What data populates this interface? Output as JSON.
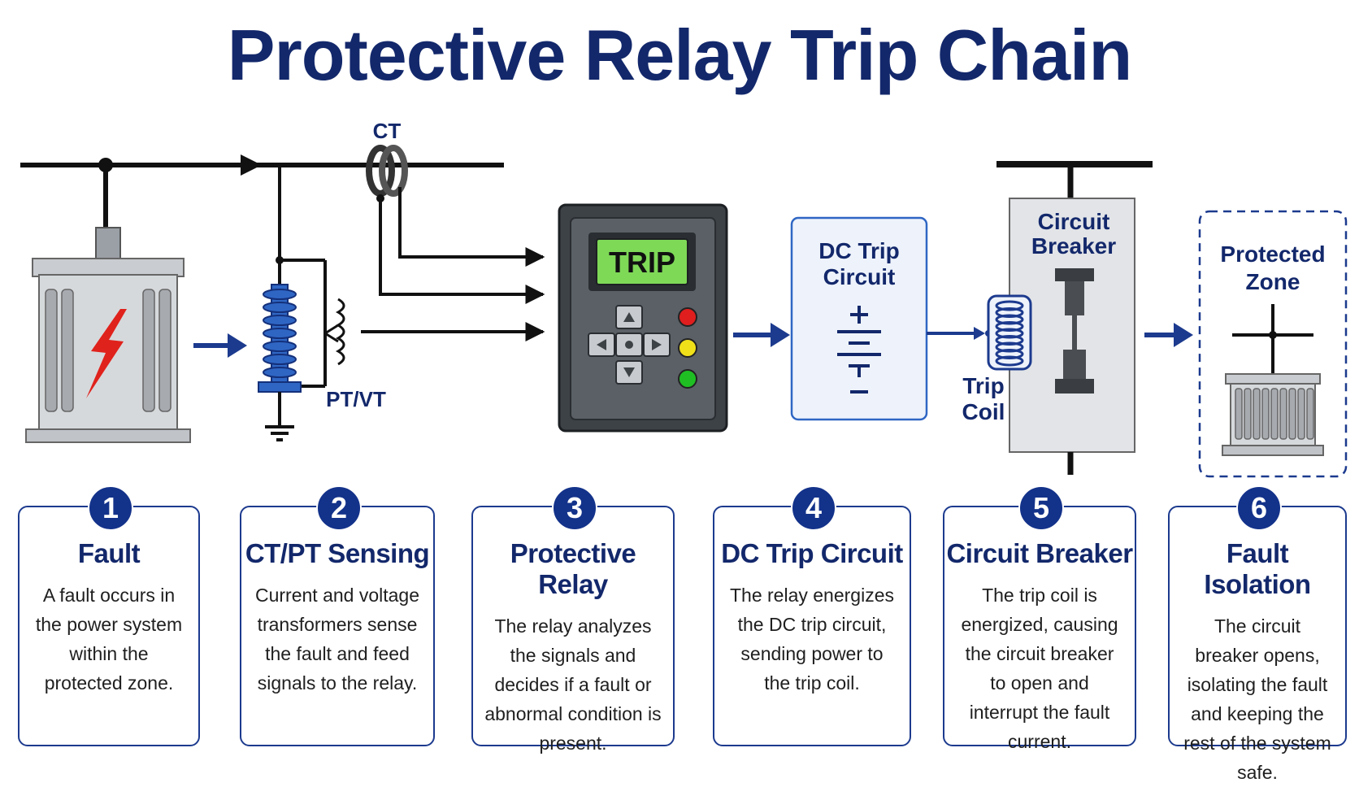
{
  "title": "Protective Relay Trip Chain",
  "labels": {
    "ct": "CT",
    "ptvt": "PT/VT",
    "relay_display": "TRIP",
    "dc_trip_circuit": [
      "DC Trip",
      "Circuit"
    ],
    "circuit_breaker": [
      "Circuit",
      "Breaker"
    ],
    "trip_coil": [
      "Trip",
      "Coil"
    ],
    "protected_zone": [
      "Protected",
      "Zone"
    ],
    "plus": "+",
    "minus": "−"
  },
  "colors": {
    "navy": "#13286b",
    "accent_blue": "#1c3a8e",
    "insulator_blue": "#2f66c4",
    "fault_red": "#e0221c",
    "lcd_green": "#7ed957",
    "led_red": "#e01e1e",
    "led_yellow": "#f0e019",
    "led_green": "#1fbf24"
  },
  "steps": [
    {
      "number": "1",
      "title": "Fault",
      "description": "A fault occurs in the power system within the protected zone."
    },
    {
      "number": "2",
      "title": "CT/PT Sensing",
      "description": "Current and voltage transformers sense the fault and feed signals to the relay."
    },
    {
      "number": "3",
      "title": "Protective Relay",
      "description": "The relay analyzes the signals and decides if a fault or abnormal condition is present."
    },
    {
      "number": "4",
      "title": "DC Trip Circuit",
      "description": "The relay energizes the DC trip circuit, sending power to the trip coil."
    },
    {
      "number": "5",
      "title": "Circuit Breaker",
      "description": "The trip coil is energized, causing the circuit breaker to open and interrupt the fault current."
    },
    {
      "number": "6",
      "title": "Fault Isolation",
      "description": "The circuit breaker opens, isolating the fault and keeping the rest of the system safe."
    }
  ]
}
